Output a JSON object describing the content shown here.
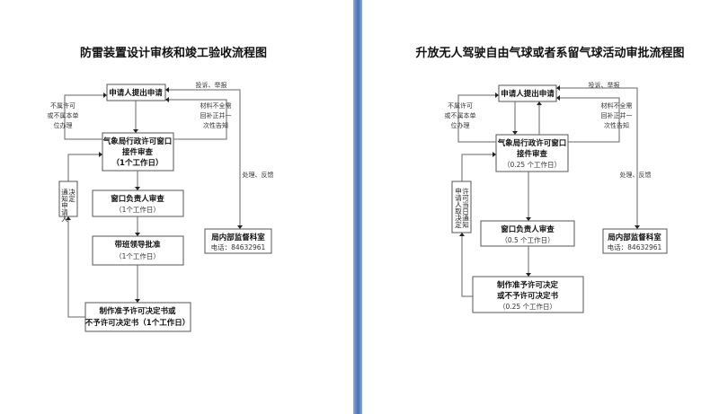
{
  "left": {
    "title": "防雷装置设计审核和竣工验收流程图",
    "apply": "申请人提出申请",
    "accept": [
      "气象局行政许可窗口",
      "接件审查",
      "（1个工作日）"
    ],
    "window_review": [
      "窗口负责人审查",
      "（1个工作日）"
    ],
    "leader": [
      "带班领导批准",
      "（1个工作日）"
    ],
    "decision": [
      "制作准予许可决定书或",
      "不予许可决定书（1个工作日）"
    ],
    "supervise": [
      "局内部监督科室",
      "电话：84632961"
    ],
    "note_reject": [
      "不属许可",
      "或不属本单",
      "位办理"
    ],
    "note_material": [
      "材料不全需",
      "回补正并一",
      "次性告知"
    ],
    "note_complaint": "投诉、举报",
    "note_handle": "处理、反馈",
    "notify": [
      "通知申请人",
      "决定"
    ]
  },
  "right": {
    "title": "升放无人驾驶自由气球或者系留气球活动审批流程图",
    "apply": "申请人提出申请",
    "accept": [
      "气象局行政许可窗口",
      "接件审查",
      "（0.25 个工作日）"
    ],
    "window_review": [
      "窗口负责人审查",
      "（0.5 个工作日）"
    ],
    "decision": [
      "制作准予许可决定",
      "或不予许可决定书",
      "（0.25 个工作日）"
    ],
    "supervise": [
      "局内部监督科室",
      "电话：84632961"
    ],
    "note_reject": [
      "不属许可",
      "或不属本单",
      "位办理"
    ],
    "note_material": [
      "材料不全需",
      "回补正并一",
      "次性告知"
    ],
    "note_complaint": "投诉、举报",
    "note_handle": "处理、反馈",
    "notify": [
      "许可当日通知",
      "申请人取决定"
    ]
  },
  "colors": {
    "divider": "#4a73b4"
  }
}
